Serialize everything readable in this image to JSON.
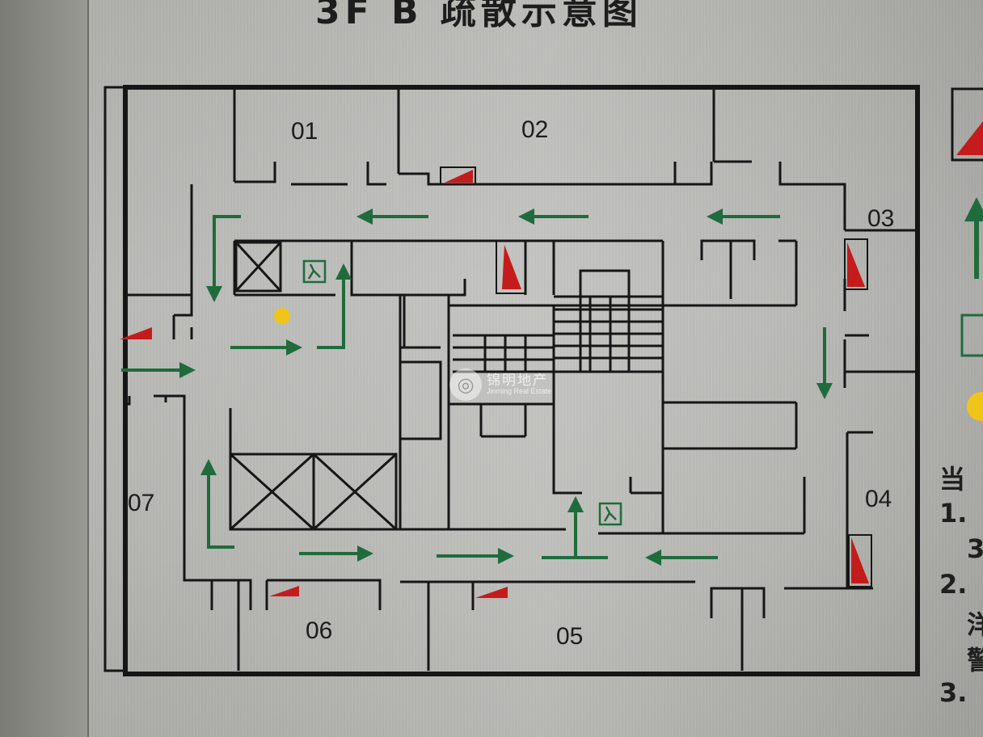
{
  "sign": {
    "title": "3F B 疏散示意图"
  },
  "rooms": [
    "01",
    "02",
    "03",
    "04",
    "05",
    "06",
    "07"
  ],
  "legend": {
    "instruction_lines": [
      "当",
      "1.",
      "3",
      "2.",
      "洋",
      "警",
      "3."
    ]
  },
  "watermark": {
    "name_cn": "锦明地产",
    "name_en": "Jinming Real Estate"
  },
  "colors": {
    "walls": "#161616",
    "arrows": "#1f6b3c",
    "extinguisher": "#c41c1c",
    "you_are_here": "#f0c419",
    "exit_sign": "#1f6b3c"
  },
  "icons": {
    "exit_sign": "emergency-exit-icon",
    "extinguisher": "fire-extinguisher-icon",
    "location_dot": "you-are-here-icon"
  }
}
